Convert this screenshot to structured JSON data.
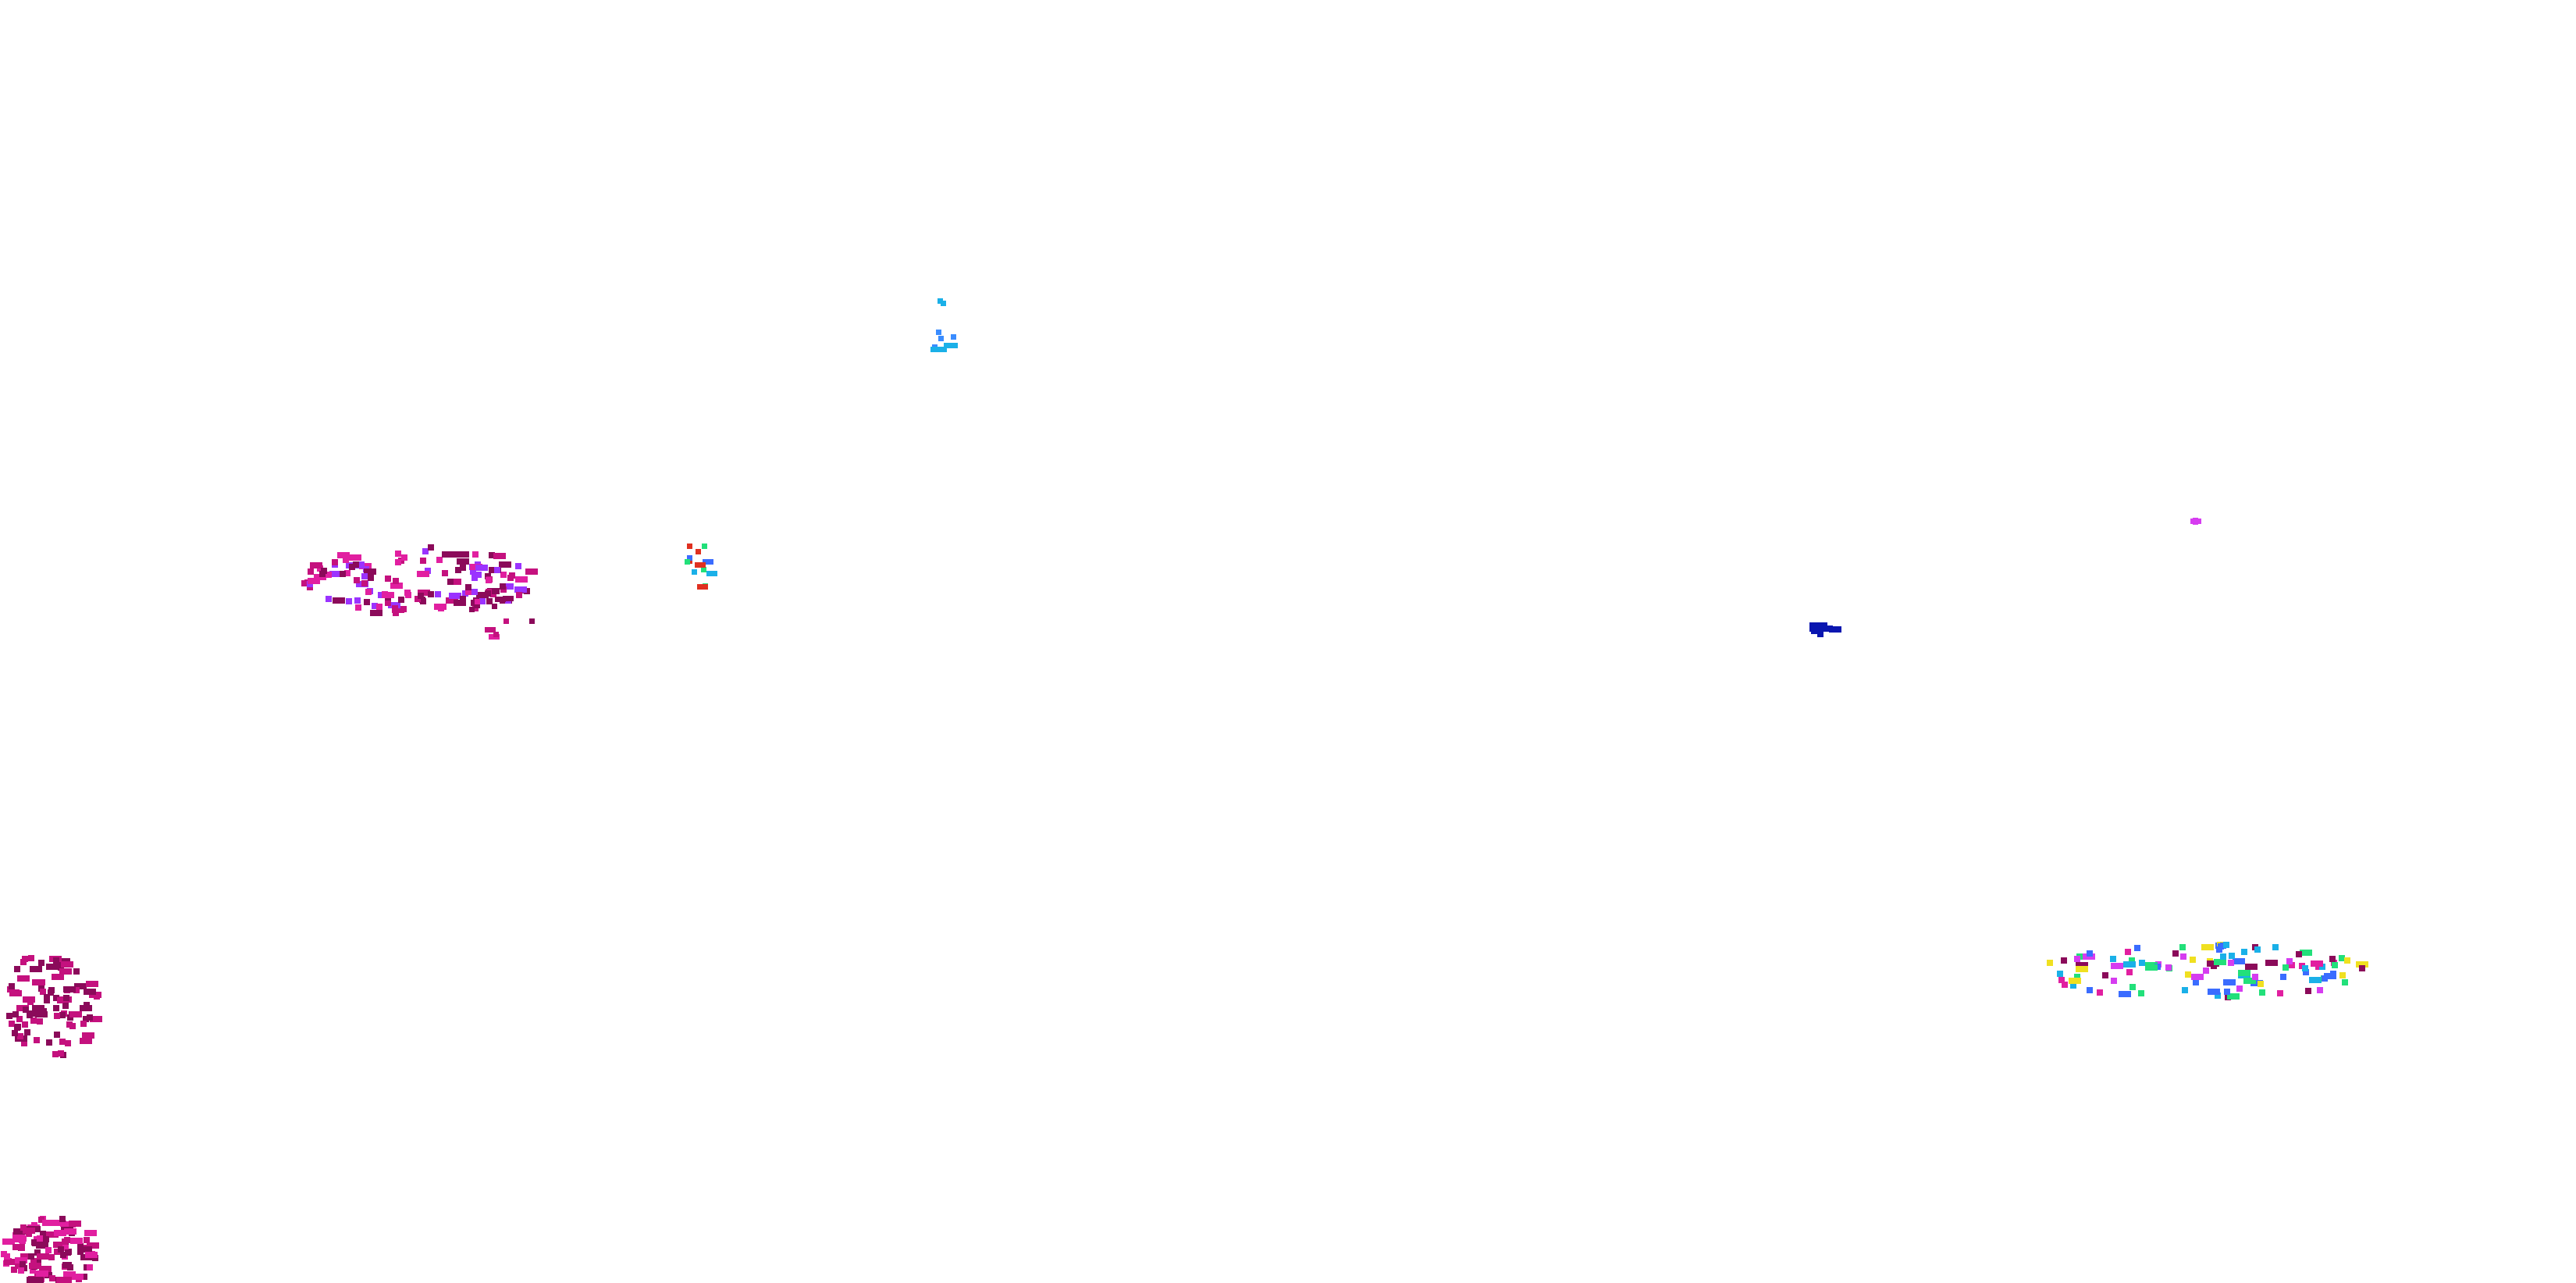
{
  "map": {
    "background_color": "#ffffff",
    "layer_type": "raster-pixel-overlay",
    "palette": [
      "#8b0a5a",
      "#c4117e",
      "#e11fa0",
      "#d63cf0",
      "#9b33ff",
      "#3a6cff",
      "#1ab0e8",
      "#0a16b0",
      "#22e07a",
      "#f0e020",
      "#e03020"
    ],
    "clusters": [
      {
        "name": "cluster-top-center",
        "colors": [
          "#1ab0e8",
          "#3a8cff"
        ]
      },
      {
        "name": "cluster-mid-left",
        "colors": [
          "#8b0a5a",
          "#c4117e",
          "#e11fa0",
          "#9b33ff"
        ]
      },
      {
        "name": "cluster-mid-left-small",
        "colors": [
          "#3a6cff",
          "#1ab0e8",
          "#22e07a",
          "#e03020"
        ]
      },
      {
        "name": "cluster-left-edge",
        "colors": [
          "#8b0a5a",
          "#c4117e"
        ]
      },
      {
        "name": "cluster-center-right",
        "colors": [
          "#0a16b0"
        ]
      },
      {
        "name": "cluster-right-top",
        "colors": [
          "#d63cf0"
        ]
      },
      {
        "name": "cluster-bottom-right",
        "colors": [
          "#8b0a5a",
          "#e11fa0",
          "#d63cf0",
          "#22e07a",
          "#f0e020",
          "#1ab0e8",
          "#3a6cff"
        ]
      },
      {
        "name": "cluster-bottom-left-1",
        "colors": [
          "#c4117e",
          "#e11fa0",
          "#8b0a5a"
        ]
      },
      {
        "name": "cluster-bottom-left-2",
        "colors": [
          "#c4117e",
          "#e11fa0",
          "#8b0a5a"
        ]
      }
    ]
  }
}
